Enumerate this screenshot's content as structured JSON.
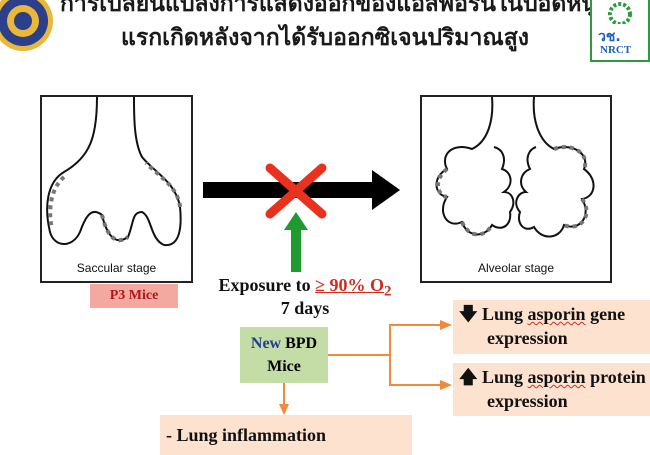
{
  "header": {
    "title_line1": "การเปลี่ยนแปลงการแสดงออกของแอสพอรินในปอดหนูแรก",
    "title_line2": "แรกเกิดหลังจากได้รับออกซิเจนปริมาณสูง",
    "logo_right_mark": "วช.",
    "logo_right_text": "NRCT"
  },
  "diagram": {
    "left_stage": "Saccular stage",
    "right_stage": "Alveolar stage",
    "p3_label": "P3 Mice",
    "exposure_prefix": "Exposure to ",
    "exposure_value": "≥ 90% O",
    "exposure_sub": "2",
    "duration": "7 days",
    "bpd_new": "New",
    "bpd_rest": " BPD",
    "bpd_line2": "Mice",
    "gene_arrow": "🡇",
    "gene_line1_a": "Lung ",
    "gene_line1_b": "asporin",
    "gene_line1_c": " gene",
    "gene_line2": "expression",
    "protein_arrow": "🡅",
    "protein_line1_a": "Lung ",
    "protein_line1_b": "asporin",
    "protein_line1_c": " protein",
    "protein_line2": "expression",
    "inflammation": "- Lung inflammation"
  },
  "colors": {
    "main_arrow": "#000000",
    "x_mark": "#e8321e",
    "green_arrow": "#1e9a2e",
    "orange_connector": "#f08a3c",
    "bpd_box": "#c4dca6",
    "outcome_box": "#fde3cf",
    "p3_box": "#f4a9a0"
  }
}
